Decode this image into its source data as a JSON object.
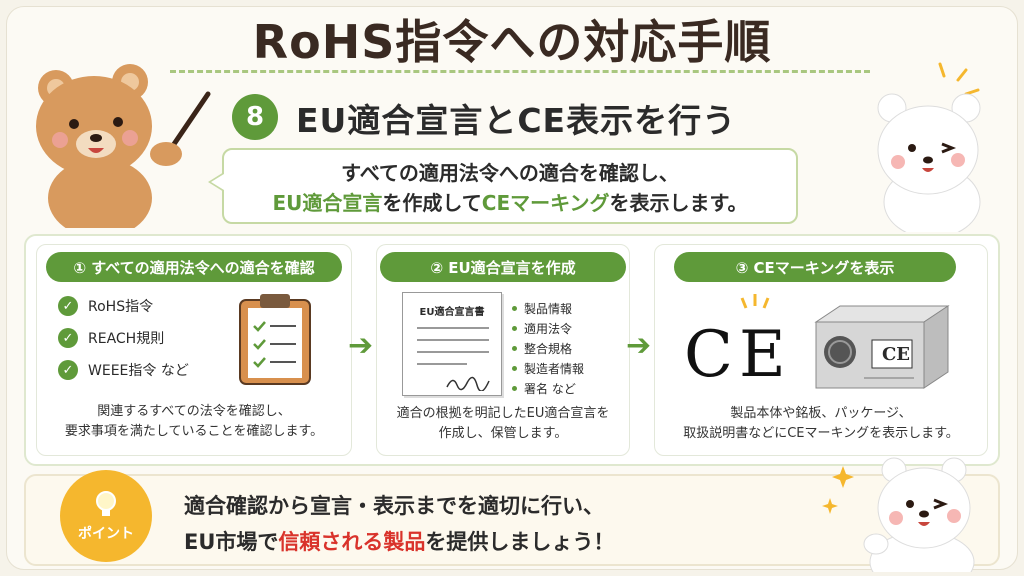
{
  "title": "RoHS指令への対応手順",
  "step": {
    "number": "8",
    "title": "EU適合宣言とCE表示を行う"
  },
  "speech": {
    "line1": "すべての適用法令への適合を確認し、",
    "line2_a": "EU適合宣言",
    "line2_b": "を作成して",
    "line2_c": "CEマーキング",
    "line2_d": "を表示します。"
  },
  "section1": {
    "label": "① すべての適用法令への適合を確認",
    "checks": [
      "RoHS指令",
      "REACH規則",
      "WEEE指令 など"
    ],
    "desc_line1": "関連するすべての法令を確認し、",
    "desc_line2": "要求事項を満たしていることを確認します。"
  },
  "section2": {
    "label": "② EU適合宣言を作成",
    "doc_title": "EU適合宣言書",
    "bullets": [
      "製品情報",
      "適用法令",
      "整合規格",
      "製造者情報",
      "署名 など"
    ],
    "desc_line1": "適合の根拠を明記したEU適合宣言を",
    "desc_line2": "作成し、保管します。"
  },
  "section3": {
    "label": "③ CEマーキングを表示",
    "ce_mark": "CE",
    "device_ce": "CE",
    "desc_line1": "製品本体や銘板、パッケージ、",
    "desc_line2": "取扱説明書などにCEマーキングを表示します。"
  },
  "point": {
    "label": "ポイント",
    "line1": "適合確認から宣言・表示までを適切に行い、",
    "line2_a": "EU市場で",
    "line2_b": "信頼される製品",
    "line2_c": "を提供しましょう！"
  },
  "colors": {
    "accent": "#5f9a3a",
    "highlight": "#d9332b",
    "bulb": "#f5b72e",
    "title": "#3a2a22"
  }
}
